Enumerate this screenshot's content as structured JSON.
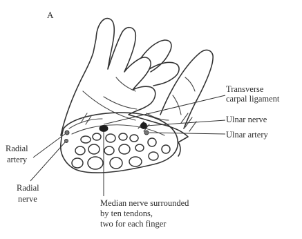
{
  "figure": {
    "panel_letter": "A",
    "labels": {
      "transverse_line1": "Transverse",
      "transverse_line2": "carpal ligament",
      "ulnar_nerve": "Ulnar nerve",
      "ulnar_artery": "Ulnar artery",
      "radial_artery_line1": "Radial",
      "radial_artery_line2": "artery",
      "radial_nerve_line1": "Radial",
      "radial_nerve_line2": "nerve",
      "median_line1": "Median nerve surrounded",
      "median_line2": "by ten tendons,",
      "median_line3": "two for each finger"
    }
  }
}
